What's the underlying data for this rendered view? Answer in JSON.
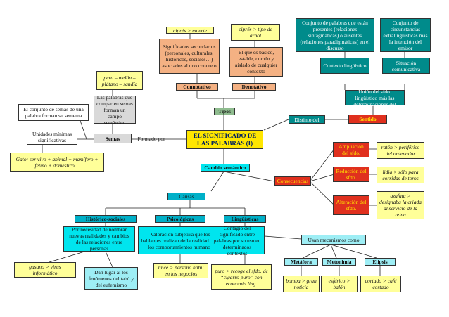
{
  "title": "EL SIGNIFICADO DE LAS PALABRAS (I)",
  "connectors": {
    "formado_por": "Formado por",
    "distinto_del": "Distinto del",
    "consecuencias": "Consecuencias",
    "usan_mecanismos": "Usan mecanismos como"
  },
  "semas": {
    "label": "Semas",
    "unidades": "Unidades mínimas significativas",
    "conjunto": "El conjunto de semas de una palabra forman su semema",
    "campo": "Las palabras que comparten semas forman un campo semántico",
    "campo_ej": "pera – melón – plátano – sandía",
    "gato": "Gato: ser vivo + animal + mamífero + felino + doméstico…"
  },
  "tipos": {
    "label": "Tipos",
    "connotativo": "Connotativo",
    "connotativo_def": "Significados secundarios (personales, culturales, históricos, sociales…) asociados al uno concreto",
    "connotativo_ej": "ciprés > muerte",
    "denotativo": "Denotativo",
    "denotativo_def": "El que es básico, estable, común y aislado de cualquier contexto",
    "denotativo_ej": "ciprés > tipo de árbol"
  },
  "sentido": {
    "label": "Sentido",
    "union": "Unión del sfdo. lingüístico más las determinaciones del",
    "contexto": "Contexto lingüístico",
    "contexto_def": "Conjunto de palabras que están presentes (relaciones sintagmáticas) o ausentes (relaciones paradigmáticas) en el discurso",
    "situacion": "Situación comunicativa",
    "situacion_def": "Conjunto de circunstancias extralingüísticas más la intención del emisor"
  },
  "cambio": {
    "label": "Cambio semántico",
    "causas": "Causas",
    "historico": "Histórico-sociales",
    "historico_def": "Por necesidad de nombrar nuevas realidades y cambios de las relaciones entre personas",
    "historico_ej": "gusano > virus informático",
    "psicologicas": "Psicológicas",
    "psicologicas_def": "Valoración subjetiva que los hablantes realizan de la realidad y de los comportamientos humanos",
    "psicologicas_ej": "lince > persona hábil en los negocios",
    "tabu": "Dan lugar al los fenómenos del tabú y del eufemismo",
    "linguisticas": "Lingüísticas",
    "linguisticas_def": "Contagio del significado entre palabras por su uso en determinados contextos",
    "linguisticas_ej": "puro > recoge el sfdo. de “cigarro puro” con economía ling."
  },
  "mecanismos": [
    {
      "label": "Metáfora",
      "ej": "bomba > gran noticia"
    },
    {
      "label": "Metonimia",
      "ej": "esférico > balón"
    },
    {
      "label": "Elipsis",
      "ej": "cortado > café cortado"
    }
  ],
  "consecuencias": [
    {
      "label": "Ampliación del sfdo.",
      "ej": "ratón > periférico del ordenador"
    },
    {
      "label": "Reducción del sfdo.",
      "ej": "lidia > sólo para corridas de toros"
    },
    {
      "label": "Alteración del sfdo.",
      "ej": "azafata > designaba la criada al servicio de la reina"
    }
  ]
}
